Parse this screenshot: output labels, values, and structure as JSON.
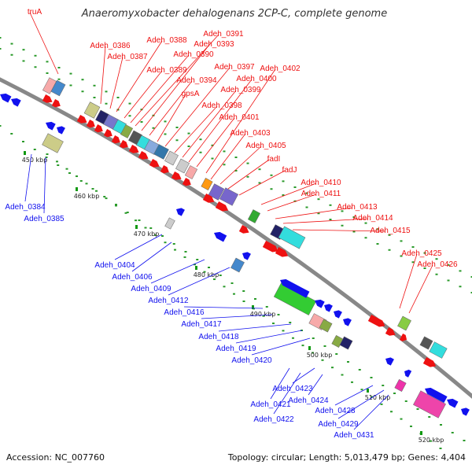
{
  "title": "Anaeromyxobacter dehalogenans 2CP-C, complete genome",
  "footer": {
    "accession": "Accession: NC_007760",
    "summary": "Topology: circular; Length: 5,013,479 bp; Genes: 4,404"
  },
  "colors": {
    "forward": "#ee1111",
    "reverse": "#1111ee",
    "backbone": "#888888",
    "tick": "#119911"
  },
  "scale_ticks": [
    "450 kbp",
    "460 kbp",
    "470 kbp",
    "480 kbp",
    "490 kbp",
    "500 kbp",
    "510 kbp",
    "520 kbp"
  ],
  "labels_forward": [
    "truA",
    "Adeh_0386",
    "Adeh_0387",
    "Adeh_0388",
    "Adeh_0389",
    "Adeh_0390",
    "Adeh_0391",
    "Adeh_0393",
    "Adeh_0394",
    "gpsA",
    "Adeh_0397",
    "Adeh_0398",
    "Adeh_0399",
    "Adeh_0400",
    "Adeh_0401",
    "Adeh_0402",
    "Adeh_0403",
    "Adeh_0405",
    "fadI",
    "fadJ",
    "Adeh_0410",
    "Adeh_0411",
    "Adeh_0413",
    "Adeh_0414",
    "Adeh_0415",
    "Adeh_0425",
    "Adeh_0426"
  ],
  "labels_reverse": [
    "Adeh_0384",
    "Adeh_0385",
    "Adeh_0404",
    "Adeh_0406",
    "Adeh_0409",
    "Adeh_0412",
    "Adeh_0416",
    "Adeh_0417",
    "Adeh_0418",
    "Adeh_0419",
    "Adeh_0420",
    "Adeh_0421",
    "Adeh_0422",
    "Adeh_0423",
    "Adeh_0424",
    "Adeh_0428",
    "Adeh_0429",
    "Adeh_0431"
  ]
}
